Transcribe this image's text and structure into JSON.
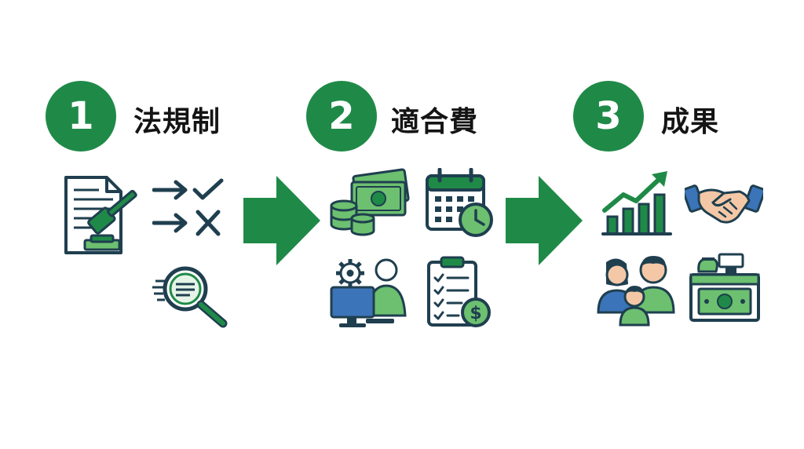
{
  "steps": [
    {
      "number": "1",
      "title": "法規制"
    },
    {
      "number": "2",
      "title": "適合費"
    },
    {
      "number": "3",
      "title": "成果"
    }
  ],
  "colors": {
    "primary_green": "#1f8a47",
    "light_green": "#6cc070",
    "dark_navy": "#1f3f4f",
    "blue": "#3b74b8",
    "white": "#ffffff"
  },
  "icons": [
    "legal-document-gavel-icon",
    "arrow-check-icon",
    "arrow-cross-icon",
    "search-magnifier-icon",
    "cash-coins-icon",
    "calendar-clock-icon",
    "worker-computer-gear-icon",
    "checklist-dollar-icon",
    "growth-chart-icon",
    "handshake-icon",
    "family-icon",
    "cash-register-icon"
  ]
}
